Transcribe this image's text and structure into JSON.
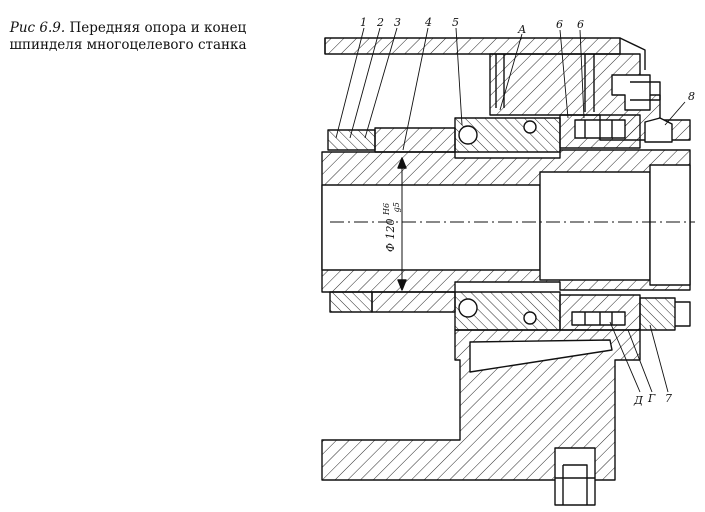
{
  "caption": {
    "figure_number": "Рис 6.9.",
    "text": "Передняя опора и конец шпинделя многоцелевого станка"
  },
  "labels": {
    "top": [
      "1",
      "2",
      "3",
      "4",
      "5",
      "А",
      "6",
      "6",
      "8"
    ],
    "bottom": [
      "Д",
      "Г",
      "7"
    ]
  },
  "dimension": {
    "diameter_symbol": "Φ",
    "value": "120",
    "fit_upper": "H6",
    "fit_lower": "g5"
  }
}
